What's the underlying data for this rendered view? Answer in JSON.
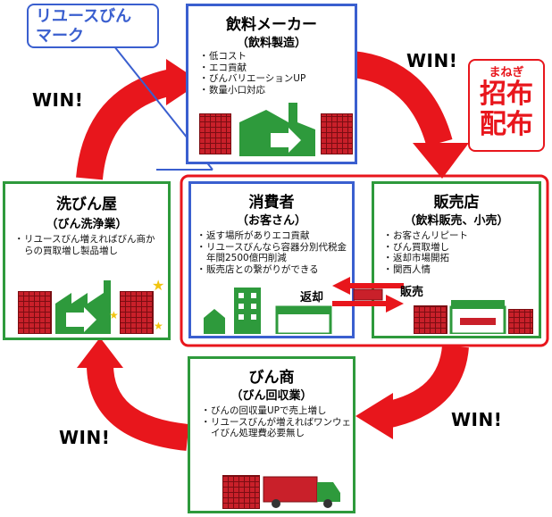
{
  "reuse_mark": {
    "text": "リユースびん\nマーク"
  },
  "manufacturer": {
    "title": "飲料メーカー",
    "subtitle": "（飲料製造）",
    "points": [
      "低コスト",
      "エコ貢献",
      "びんバリエーションUP",
      "数量小口対応"
    ]
  },
  "consumer": {
    "title": "消費者",
    "subtitle": "（お客さん）",
    "points": [
      "返す場所がありエコ貢献",
      "リユースびんなら容器分別代税金年間2500億円削減",
      "販売店との繋がりができる"
    ]
  },
  "retailer": {
    "title": "販売店",
    "subtitle": "（飲料販売、小売）",
    "points": [
      "お客さんリピート",
      "びん買取増し",
      "返却市場開拓",
      "関西人情"
    ]
  },
  "washer": {
    "title": "洗びん屋",
    "subtitle": "（びん洗浄業）",
    "points": [
      "リユースびん増えればびん商からの買取増し製品増し"
    ]
  },
  "dealer": {
    "title": "びん商",
    "subtitle": "（びん回収業）",
    "points": [
      "びんの回収量UPで売上増し",
      "リユースびんが増えればワンウェイびん処理費必要無し"
    ]
  },
  "invite": {
    "small": "まねぎ",
    "line1": "招布",
    "line2": "配布"
  },
  "return_label": "返却",
  "sale_label": "販売",
  "win_label": "WIN!",
  "colors": {
    "arrow": "#e8161c",
    "green": "#2e9a3c",
    "blue": "#3a5fcf",
    "crate": "#c9202a"
  }
}
